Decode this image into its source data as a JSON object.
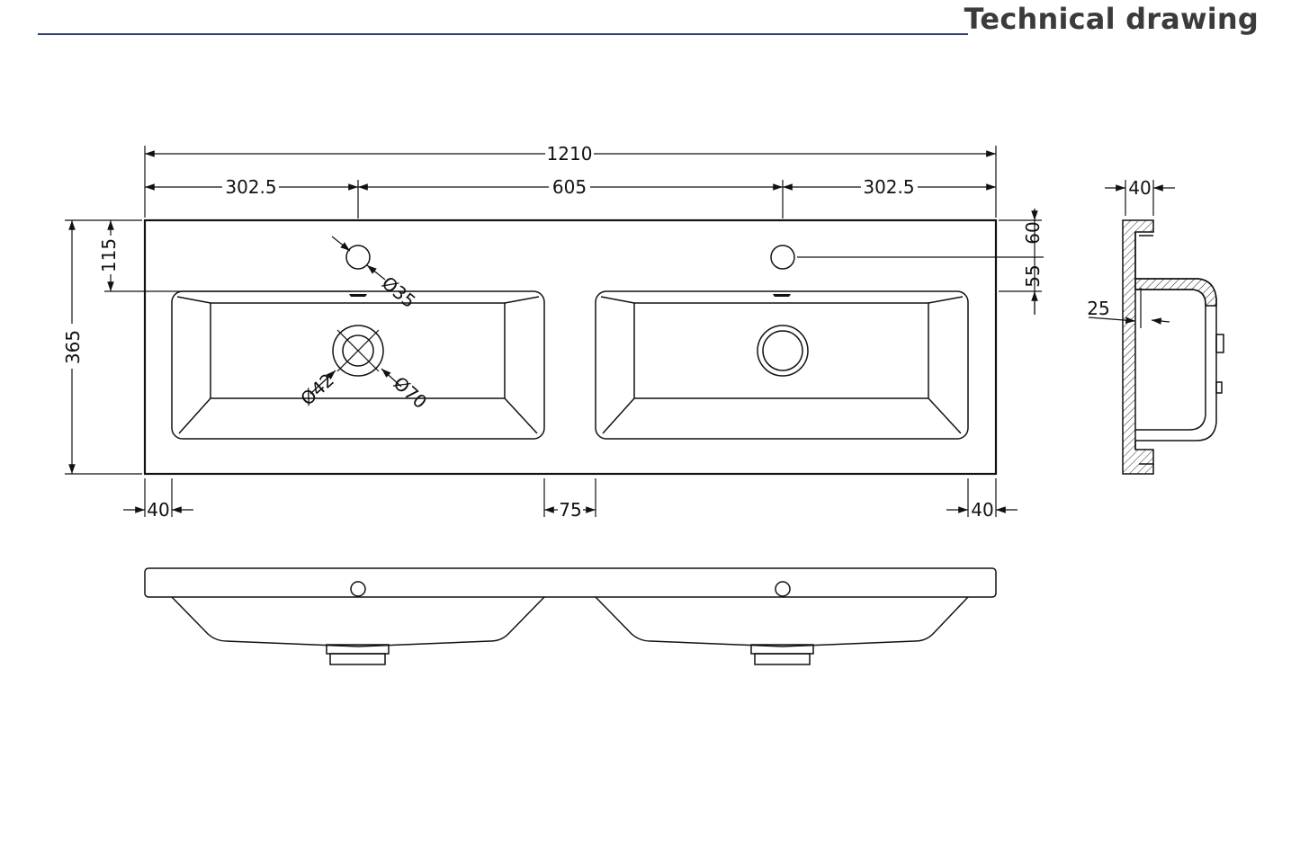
{
  "header": {
    "title": "Technical drawing",
    "rule_color": "#2d3e6b",
    "title_color": "#3b3b3b"
  },
  "dimensions": {
    "overall_width": "1210",
    "left_margin_to_tap": "302.5",
    "tap_spacing": "605",
    "right_margin_to_tap": "302.5",
    "overall_depth": "365",
    "tap_to_basin": "115",
    "tap_offset_back": "60",
    "tap_to_basin_right": "55",
    "tap_hole_dia": "Ø35",
    "waste_inner_dia": "Ø42",
    "waste_outer_dia": "Ø70",
    "left_edge": "40",
    "bowl_gap": "75",
    "right_edge": "40",
    "rim_thickness": "40",
    "wall_thickness": "25"
  }
}
